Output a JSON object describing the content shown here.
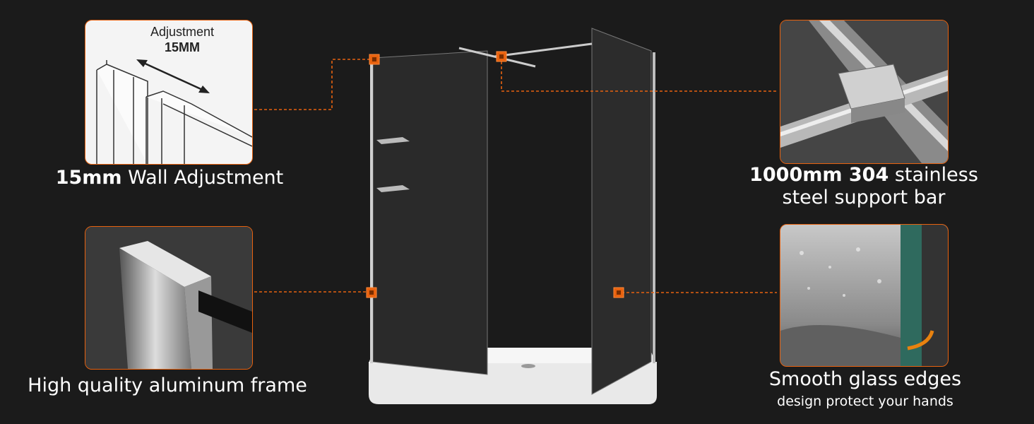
{
  "features": [
    {
      "id": "wall-adjustment",
      "image_text_line1": "Adjustment",
      "image_text_line2": "15MM",
      "caption_bold": "15mm",
      "caption_rest": " Wall Adjustment"
    },
    {
      "id": "aluminum-frame",
      "caption_rest": "High quality aluminum frame"
    },
    {
      "id": "support-bar",
      "caption_bold": "1000mm 304",
      "caption_rest": " stainless",
      "caption_line2": "steel support bar"
    },
    {
      "id": "glass-edges",
      "caption_rest": "Smooth glass edges",
      "caption_line2": "design protect your hands"
    }
  ],
  "colors": {
    "accent": "#e8620f",
    "background": "#1b1b1b"
  }
}
